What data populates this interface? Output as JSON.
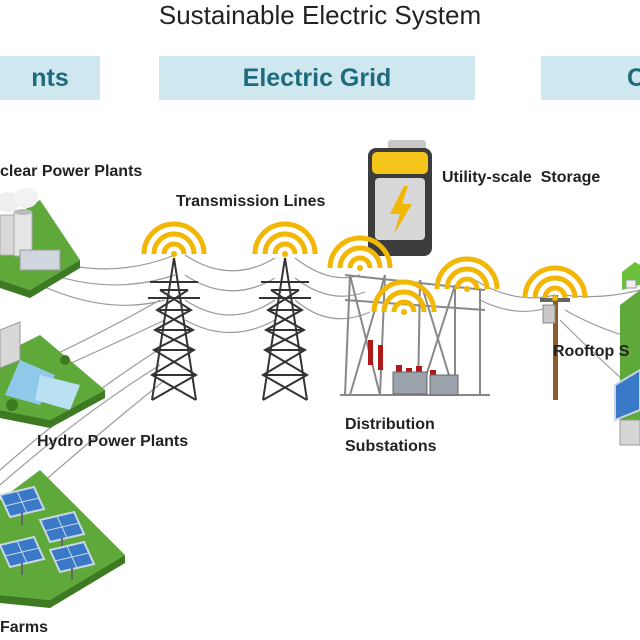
{
  "title": "Sustainable Electric System",
  "bands": {
    "left": "nts",
    "center": "Electric Grid",
    "right": "C"
  },
  "labels": {
    "nuclear": "clear Power Plants",
    "transmission": "Transmission Lines",
    "storage": "Utility-scale  Storage",
    "hydro": "Hydro Power Plants",
    "distribution_1": "Distribution",
    "distribution_2": "Substations",
    "rooftop": "Rooftop S",
    "farms": "Farms"
  },
  "colors": {
    "band_bg": "#cfe8ef",
    "band_text": "#1f6b7d",
    "signal": "#f2b705",
    "battery_cap": "#f5c51b",
    "grass": "#5fa83a"
  }
}
